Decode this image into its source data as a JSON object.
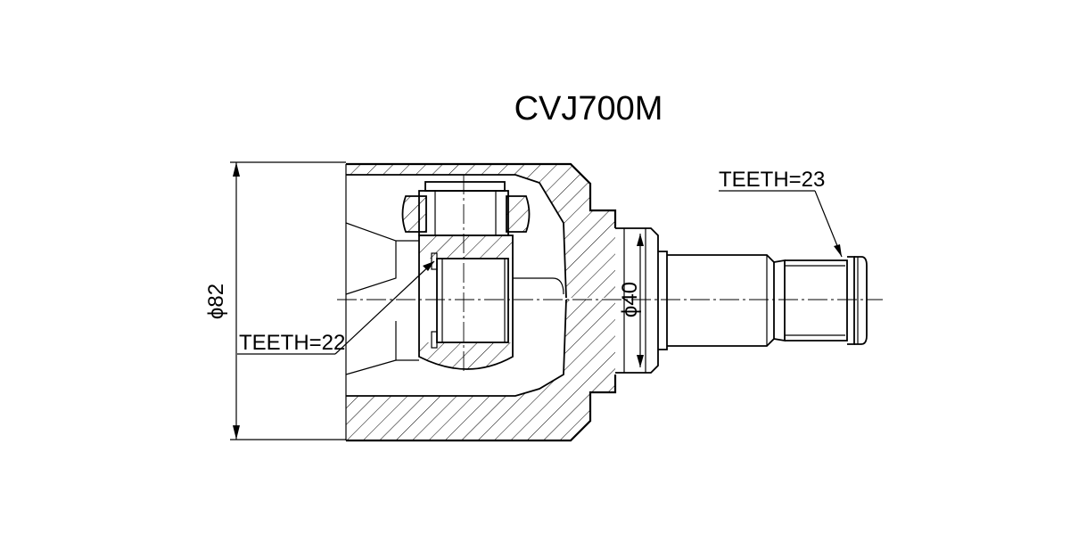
{
  "drawing": {
    "part_number": "CVJ700M",
    "outer_diameter_label": "ϕ82",
    "shaft_diameter_label": "ϕ40",
    "inner_teeth_label": "TEETH=22",
    "outer_teeth_label": "TEETH=23"
  },
  "colors": {
    "line": "#000000",
    "background": "#ffffff"
  }
}
